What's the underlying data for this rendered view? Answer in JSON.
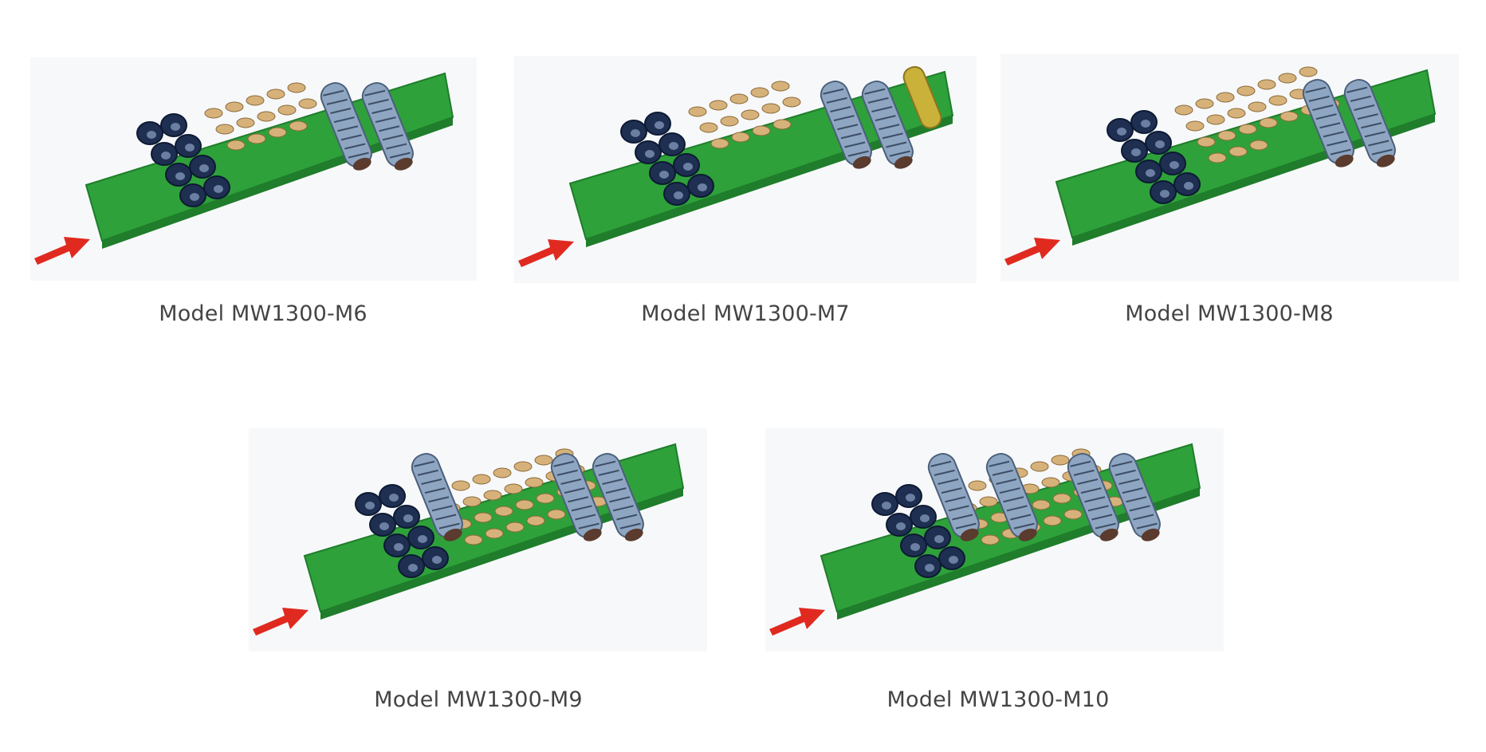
{
  "models": [
    {
      "label": "Model MW1300-M6",
      "brush_heads": 8,
      "disc_brushes": 14,
      "roller_brushes": 2,
      "extra_roller": false
    },
    {
      "label": "Model MW1300-M7",
      "brush_heads": 8,
      "disc_brushes": 14,
      "roller_brushes": 2,
      "extra_roller": true
    },
    {
      "label": "Model MW1300-M8",
      "brush_heads": 8,
      "disc_brushes": 24,
      "roller_brushes": 2,
      "extra_roller": false
    },
    {
      "label": "Model MW1300-M9",
      "brush_heads": 8,
      "disc_brushes": 28,
      "roller_brushes": 3,
      "extra_roller": false
    },
    {
      "label": "Model MW1300-M10",
      "brush_heads": 8,
      "disc_brushes": 28,
      "roller_brushes": 4,
      "extra_roller": false
    }
  ],
  "colors": {
    "belt": "#2ea13a",
    "belt_dark": "#1f7d2b",
    "arrow": "#e02a20",
    "roller": "#8ea6c2",
    "disc": "#d6b27a",
    "head": "#1e2f52",
    "extra_roller": "#c9b13a"
  }
}
